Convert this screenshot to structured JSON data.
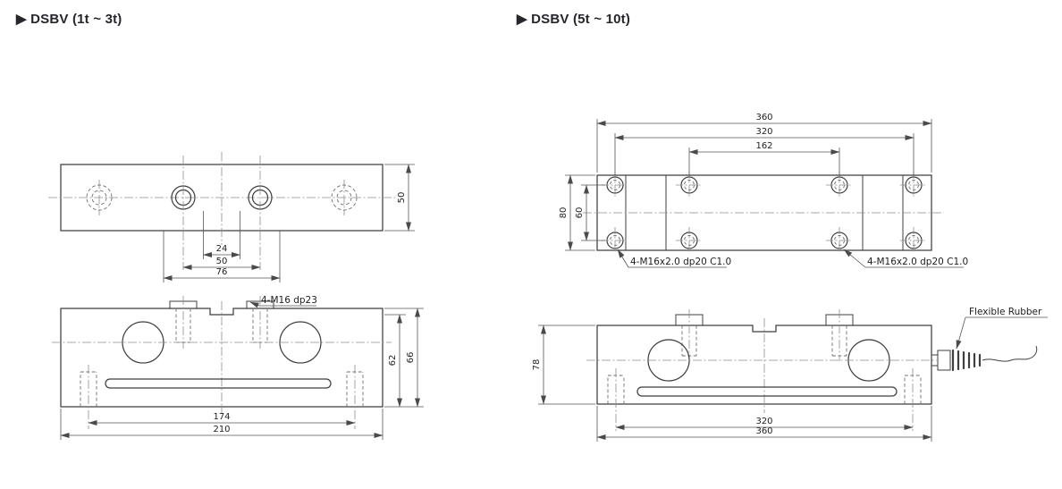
{
  "panels": {
    "left": {
      "title": "▶ DSBV (1t ~ 3t)",
      "top_view": {
        "dim_width": "50",
        "dim_hole_inner": "24",
        "dim_hole_pitch": "50",
        "dim_hole_outer": "76"
      },
      "side_view": {
        "bolt_label": "4-M16 dp23",
        "dim_body_height": "62",
        "dim_total_height": "66",
        "dim_bolt_pitch": "174",
        "dim_total_length": "210"
      }
    },
    "right": {
      "title": "▶ DSBV (5t ~ 10t)",
      "top_view": {
        "dim_total_length": "360",
        "dim_bolt_pitch_outer": "320",
        "dim_bolt_pitch_inner": "162",
        "dim_width": "80",
        "dim_hole_rows": "60",
        "bolt_label_left": "4-M16x2.0 dp20 C1.0",
        "bolt_label_right": "4-M16x2.0 dp20 C1.0"
      },
      "side_view": {
        "dim_height": "78",
        "cable_label": "Flexible Rubber",
        "dim_bolt_pitch": "320",
        "dim_total_length": "360"
      }
    }
  },
  "colors": {
    "object_line": "#3f3f3f",
    "center_line": "#8d8d8d",
    "hidden_line": "#6e6e6e",
    "dimension_line": "#555555",
    "text": "#1e1e1e",
    "title": "#26262e",
    "background": "#ffffff"
  }
}
